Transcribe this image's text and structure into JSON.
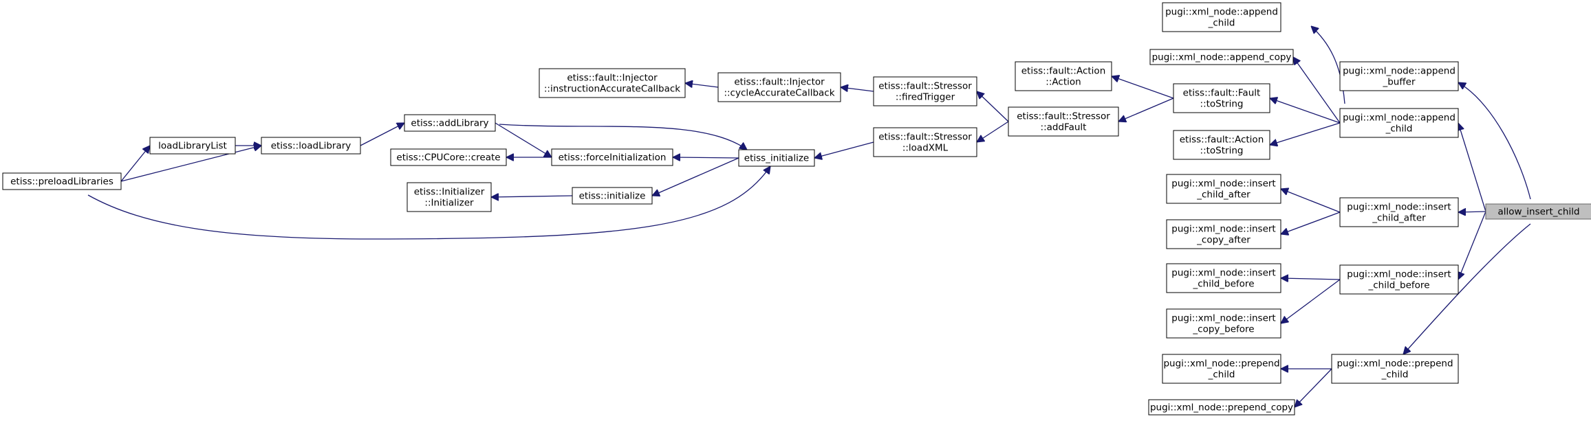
{
  "graph": {
    "title": "",
    "edge_color": "#191970",
    "root_fill": "#bfbfbf",
    "nodes": [
      {
        "id": "allow_insert_child",
        "lines": [
          "allow_insert_child"
        ],
        "root": true
      },
      {
        "id": "append_buffer",
        "lines": [
          "pugi::xml_node::append",
          "_buffer"
        ]
      },
      {
        "id": "append_child",
        "lines": [
          "pugi::xml_node::append",
          "_child"
        ]
      },
      {
        "id": "append_child_l",
        "lines": [
          "pugi::xml_node::append",
          "_child"
        ]
      },
      {
        "id": "append_copy",
        "lines": [
          "pugi::xml_node::append_copy"
        ]
      },
      {
        "id": "fault_tostring",
        "lines": [
          "etiss::fault::Fault",
          "::toString"
        ]
      },
      {
        "id": "action_tostring",
        "lines": [
          "etiss::fault::Action",
          "::toString"
        ]
      },
      {
        "id": "action_action",
        "lines": [
          "etiss::fault::Action",
          "::Action"
        ]
      },
      {
        "id": "addfault",
        "lines": [
          "etiss::fault::Stressor",
          "::addFault"
        ]
      },
      {
        "id": "firedtrigger",
        "lines": [
          "etiss::fault::Stressor",
          "::firedTrigger"
        ]
      },
      {
        "id": "loadxml",
        "lines": [
          "etiss::fault::Stressor",
          "::loadXML"
        ]
      },
      {
        "id": "cycleacc",
        "lines": [
          "etiss::fault::Injector",
          "::cycleAccurateCallback"
        ]
      },
      {
        "id": "instracc",
        "lines": [
          "etiss::fault::Injector",
          "::instructionAccurateCallback"
        ]
      },
      {
        "id": "etiss_initialize",
        "lines": [
          "etiss_initialize"
        ]
      },
      {
        "id": "addlibrary",
        "lines": [
          "etiss::addLibrary"
        ]
      },
      {
        "id": "forceinit",
        "lines": [
          "etiss::forceInitialization"
        ]
      },
      {
        "id": "cpucore_create",
        "lines": [
          "etiss::CPUCore::create"
        ]
      },
      {
        "id": "etiss_init",
        "lines": [
          "etiss::initialize"
        ]
      },
      {
        "id": "initializer",
        "lines": [
          "etiss::Initializer",
          "::Initializer"
        ]
      },
      {
        "id": "loadlibrary",
        "lines": [
          "etiss::loadLibrary"
        ]
      },
      {
        "id": "loadlibrarylist",
        "lines": [
          "loadLibraryList"
        ]
      },
      {
        "id": "preloadlibraries",
        "lines": [
          "etiss::preloadLibraries"
        ]
      },
      {
        "id": "insert_child_after",
        "lines": [
          "pugi::xml_node::insert",
          "_child_after"
        ]
      },
      {
        "id": "insert_child_after_l",
        "lines": [
          "pugi::xml_node::insert",
          "_child_after"
        ]
      },
      {
        "id": "insert_copy_after",
        "lines": [
          "pugi::xml_node::insert",
          "_copy_after"
        ]
      },
      {
        "id": "insert_child_before",
        "lines": [
          "pugi::xml_node::insert",
          "_child_before"
        ]
      },
      {
        "id": "insert_child_before_l",
        "lines": [
          "pugi::xml_node::insert",
          "_child_before"
        ]
      },
      {
        "id": "insert_copy_before",
        "lines": [
          "pugi::xml_node::insert",
          "_copy_before"
        ]
      },
      {
        "id": "prepend_child",
        "lines": [
          "pugi::xml_node::prepend",
          "_child"
        ]
      },
      {
        "id": "prepend_child_l",
        "lines": [
          "pugi::xml_node::prepend",
          "_child"
        ]
      },
      {
        "id": "prepend_copy",
        "lines": [
          "pugi::xml_node::prepend_copy"
        ]
      }
    ],
    "edges": [
      {
        "from": "append_buffer",
        "to": "allow_insert_child"
      },
      {
        "from": "append_child",
        "to": "allow_insert_child"
      },
      {
        "from": "insert_child_after",
        "to": "allow_insert_child"
      },
      {
        "from": "insert_child_before",
        "to": "allow_insert_child"
      },
      {
        "from": "prepend_child",
        "to": "allow_insert_child"
      },
      {
        "from": "append_child_l",
        "to": "append_child"
      },
      {
        "from": "append_copy",
        "to": "append_child"
      },
      {
        "from": "fault_tostring",
        "to": "append_child"
      },
      {
        "from": "action_tostring",
        "to": "append_child"
      },
      {
        "from": "action_action",
        "to": "fault_tostring"
      },
      {
        "from": "addfault",
        "to": "fault_tostring"
      },
      {
        "from": "firedtrigger",
        "to": "addfault"
      },
      {
        "from": "loadxml",
        "to": "addfault"
      },
      {
        "from": "cycleacc",
        "to": "firedtrigger"
      },
      {
        "from": "instracc",
        "to": "cycleacc"
      },
      {
        "from": "etiss_initialize",
        "to": "loadxml"
      },
      {
        "from": "etiss_initialize",
        "to": "addlibrary"
      },
      {
        "from": "forceinit",
        "to": "etiss_initialize"
      },
      {
        "from": "etiss_init",
        "to": "etiss_initialize"
      },
      {
        "from": "etiss_initialize",
        "to": "preloadlibraries"
      },
      {
        "from": "forceinit",
        "to": "addlibrary"
      },
      {
        "from": "cpucore_create",
        "to": "forceinit"
      },
      {
        "from": "initializer",
        "to": "etiss_init"
      },
      {
        "from": "addlibrary",
        "to": "loadlibrary"
      },
      {
        "from": "loadlibrary",
        "to": "loadlibrarylist"
      },
      {
        "from": "loadlibrary",
        "to": "preloadlibraries"
      },
      {
        "from": "loadlibrarylist",
        "to": "preloadlibraries"
      },
      {
        "from": "insert_child_after_l",
        "to": "insert_child_after"
      },
      {
        "from": "insert_copy_after",
        "to": "insert_child_after"
      },
      {
        "from": "insert_child_before_l",
        "to": "insert_child_before"
      },
      {
        "from": "insert_copy_before",
        "to": "insert_child_before"
      },
      {
        "from": "prepend_child_l",
        "to": "prepend_child"
      },
      {
        "from": "prepend_copy",
        "to": "prepend_child"
      }
    ]
  }
}
